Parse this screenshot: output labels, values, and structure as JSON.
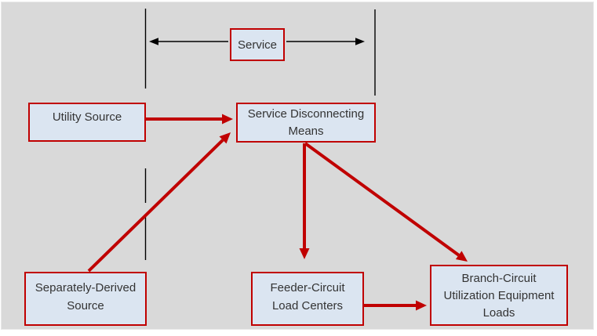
{
  "diagram": {
    "background_color": "#d9d9d9",
    "box_fill_color": "#dbe5f1",
    "box_border_color": "#c00000",
    "red_arrow_color": "#c00000",
    "black_line_color": "#000000",
    "text_color": "#333333"
  },
  "boxes": {
    "service": {
      "label": "Service"
    },
    "utility_source": {
      "lines": [
        "Utility Source"
      ]
    },
    "service_disconnecting_means": {
      "lines": [
        "Service Disconnecting",
        "Means"
      ]
    },
    "separately_derived_source": {
      "lines": [
        "Separately-Derived",
        "Source"
      ]
    },
    "feeder_circuit_load_centers": {
      "lines": [
        "Feeder-Circuit",
        "Load Centers"
      ]
    },
    "branch_circuit_loads": {
      "lines": [
        "Branch-Circuit",
        "Utilization Equipment",
        "Loads"
      ]
    }
  },
  "span_indicator": {
    "label": "Service",
    "description": "Double-headed black arrow spanning between two dashed vertical boundary lines"
  },
  "connections": [
    {
      "from": "Utility Source",
      "to": "Service Disconnecting Means",
      "color": "#c00000"
    },
    {
      "from": "Separately-Derived Source",
      "to": "Service Disconnecting Means",
      "color": "#c00000"
    },
    {
      "from": "Service Disconnecting Means",
      "to": "Feeder-Circuit Load Centers",
      "color": "#c00000"
    },
    {
      "from": "Service Disconnecting Means",
      "to": "Branch-Circuit Utilization Equipment Loads",
      "color": "#c00000"
    },
    {
      "from": "Feeder-Circuit Load Centers",
      "to": "Branch-Circuit Utilization Equipment Loads",
      "color": "#c00000"
    }
  ]
}
